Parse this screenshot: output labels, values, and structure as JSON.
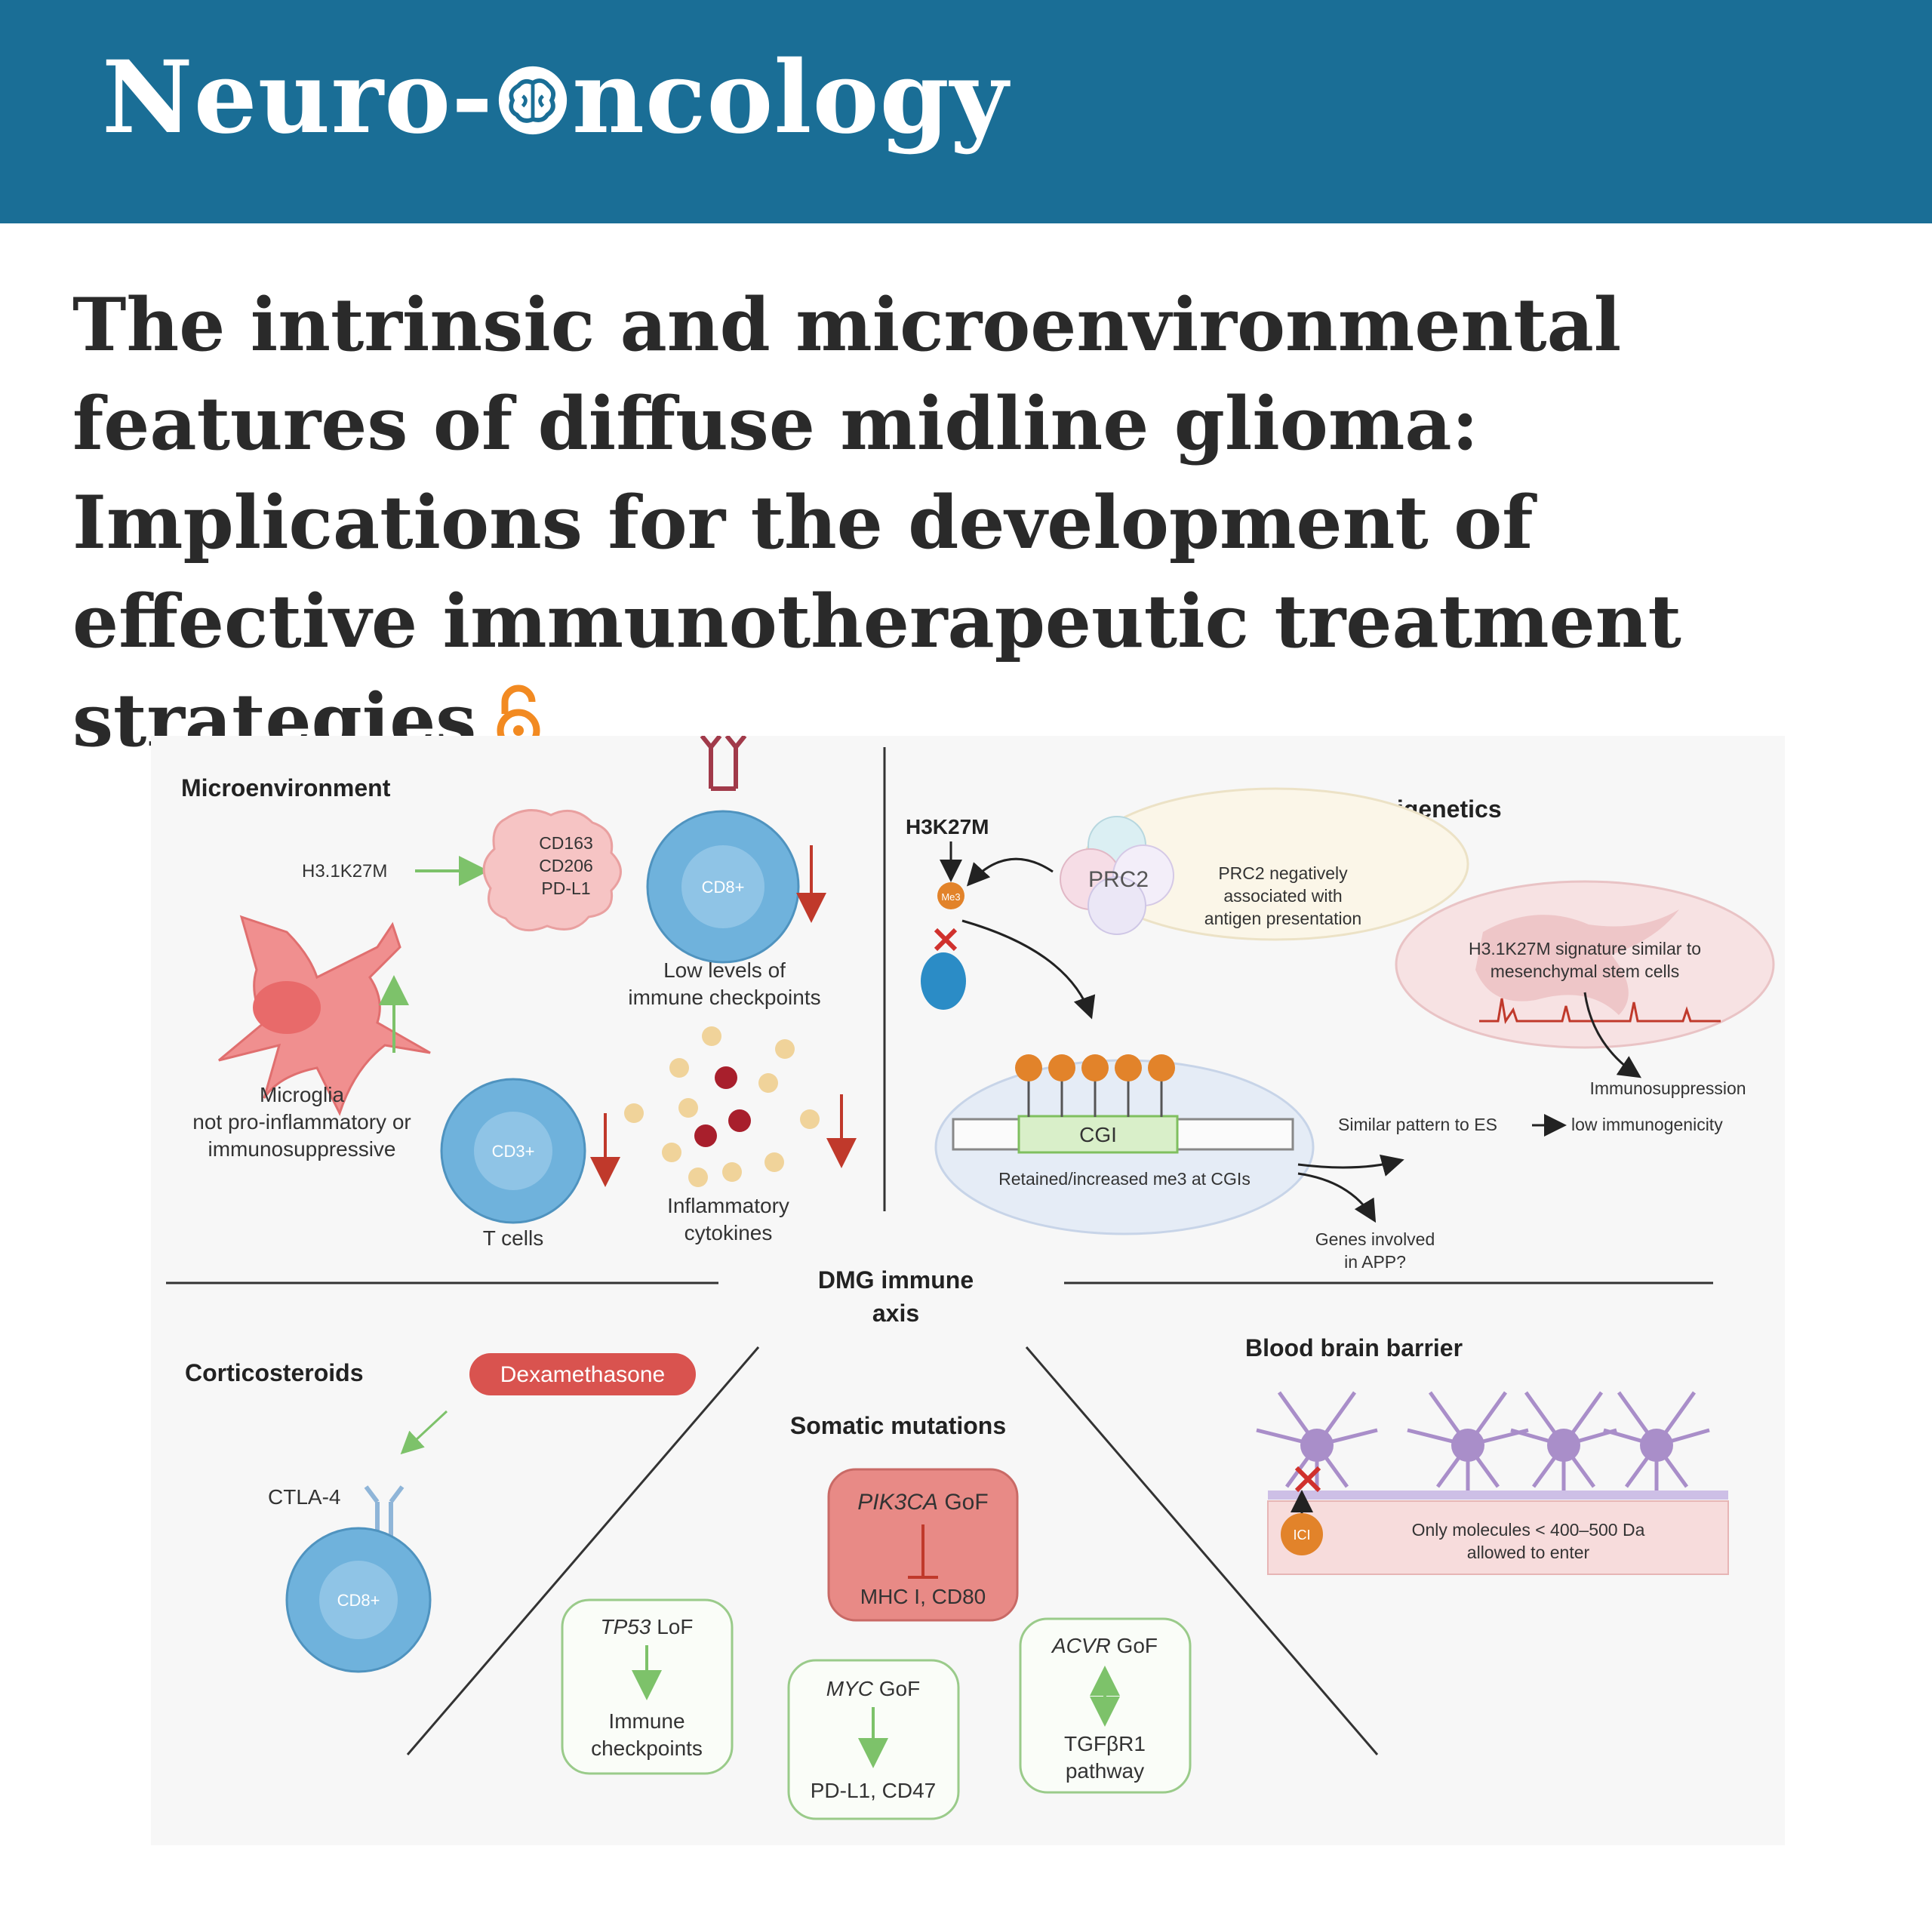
{
  "header": {
    "journal_prefix": "Neuro-",
    "journal_suffix": "ncology"
  },
  "article": {
    "title": "The intrinsic and microenvironmental features of diffuse midline glioma: Implications for the development of effective immunotherapeutic treatment strategies",
    "open_access_icon": "open-access-lock-icon"
  },
  "figure": {
    "center_label": [
      "DMG immune",
      "axis"
    ],
    "microenvironment": {
      "heading": "Microenvironment",
      "trigger": "H3.1K27M",
      "markers": [
        "CD163",
        "CD206",
        "PD-L1"
      ],
      "cd8": "CD8+",
      "checkpoints": [
        "Low levels of",
        "immune checkpoints"
      ],
      "microglia": [
        "Microglia",
        "not pro-inflammatory or",
        "immunosuppressive"
      ],
      "cd3": "CD3+",
      "tcells": "T cells",
      "cytokines": [
        "Inflammatory",
        "cytokines"
      ]
    },
    "epigenetics": {
      "heading": "Epigenetics",
      "h3": "H3K27M",
      "me3": "Me3",
      "prc2": "PRC2",
      "prc2_note": [
        "PRC2 negatively",
        "associated with",
        "antigen presentation"
      ],
      "signature": [
        "H3.1K27M signature similar to",
        "mesenchymal stem cells"
      ],
      "cgi": "CGI",
      "retained": "Retained/increased me3 at CGIs",
      "immunosuppression": "Immunosuppression",
      "similar_pattern": "Similar pattern to ES",
      "low_immuno": "low immunogenicity",
      "genes": [
        "Genes involved",
        "in APP?"
      ]
    },
    "corticosteroids": {
      "heading": "Corticosteroids",
      "drug": "Dexamethasone",
      "ctla4": "CTLA-4",
      "cd8": "CD8+"
    },
    "somatic": {
      "heading": "Somatic mutations",
      "pik3ca": {
        "gene": "PIK3CA",
        "type": " GoF",
        "target": "MHC I, CD80"
      },
      "tp53": {
        "gene": "TP53",
        "type": " LoF",
        "target": [
          "Immune",
          "checkpoints"
        ]
      },
      "myc": {
        "gene": "MYC",
        "type": " GoF",
        "target": "PD-L1, CD47"
      },
      "acvr": {
        "gene": "ACVR",
        "type": " GoF",
        "target": [
          "TGFβR1",
          "pathway"
        ]
      }
    },
    "bbb": {
      "heading": "Blood brain barrier",
      "ici": "ICI",
      "note": [
        "Only molecules < 400–500 Da",
        "allowed to enter"
      ]
    },
    "colors": {
      "banner": "#1a6e96",
      "open_access": "#f28a21",
      "cell_blue": "#6fb2dc",
      "microglia_red": "#f08f8f",
      "mutation_red": "#e88a86",
      "mutation_green_border": "#9acb8a",
      "arrow_green": "#7dc26a",
      "down_arrow_red": "#c0392b",
      "neuron_purple": "#a98ec9"
    }
  }
}
